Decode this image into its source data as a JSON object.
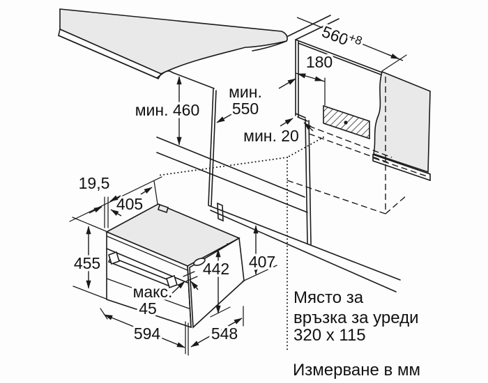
{
  "diagram": {
    "type": "appliance-installation-drawing",
    "units_note": "Измерване в мм",
    "labels": {
      "min460": "мин. 460",
      "min550_l1": "мин.",
      "min550_l2": "550",
      "d560": "560",
      "d560_tol": "+8",
      "d180": "180",
      "min20": "мин. 20",
      "d19_5": "19,5",
      "d405": "405",
      "d455": "455",
      "d442": "442",
      "d407": "407",
      "max45_l1": "макс.",
      "max45_l2": "45",
      "d594": "594",
      "d548": "548"
    },
    "connection_note": {
      "line1": "Място за",
      "line2": "връзка за уреди",
      "line3": "320 x 115"
    },
    "colors": {
      "line": "#1a1a1a",
      "panel_fill": "#e9e9e9",
      "background": "#fdfdfd"
    }
  }
}
